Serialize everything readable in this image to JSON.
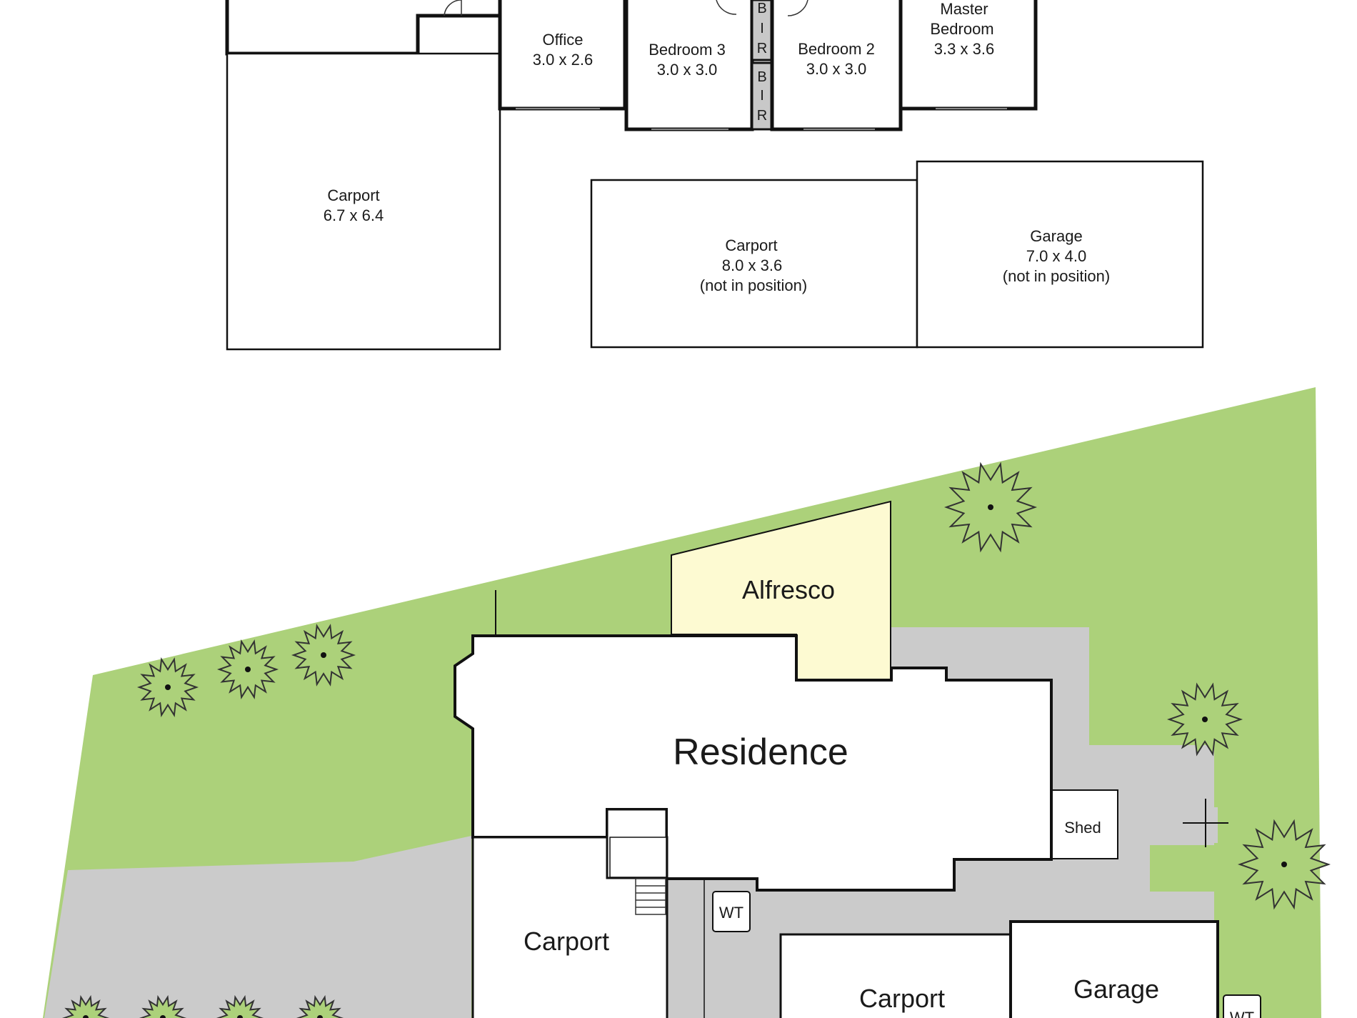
{
  "floor_plan": {
    "office": {
      "name": "Office",
      "dims": "3.0 x 2.6"
    },
    "bedroom3": {
      "name": "Bedroom 3",
      "dims": "3.0 x 3.0"
    },
    "bedroom2": {
      "name": "Bedroom 2",
      "dims": "3.0 x 3.0"
    },
    "master": {
      "name1": "Master",
      "name2": "Bedroom",
      "dims": "3.3 x 3.6"
    },
    "bir": [
      "B",
      "I",
      "R"
    ],
    "carport_main": {
      "name": "Carport",
      "dims": "6.7 x 6.4"
    },
    "carport_np": {
      "name": "Carport",
      "dims": "8.0 x 3.6",
      "note": "(not in position)"
    },
    "garage_np": {
      "name": "Garage",
      "dims": "7.0 x 4.0",
      "note": "(not in position)"
    }
  },
  "site_plan": {
    "alfresco": "Alfresco",
    "residence": "Residence",
    "shed": "Shed",
    "carport_left": "Carport",
    "carport_right": "Carport",
    "garage": "Garage",
    "water_tank_1": "WT",
    "water_tank_2": "WT"
  },
  "colors": {
    "lawn": "#acd17a",
    "paving": "#cbcbcb",
    "alfresco": "#fdfad2",
    "walls": "#111111"
  }
}
